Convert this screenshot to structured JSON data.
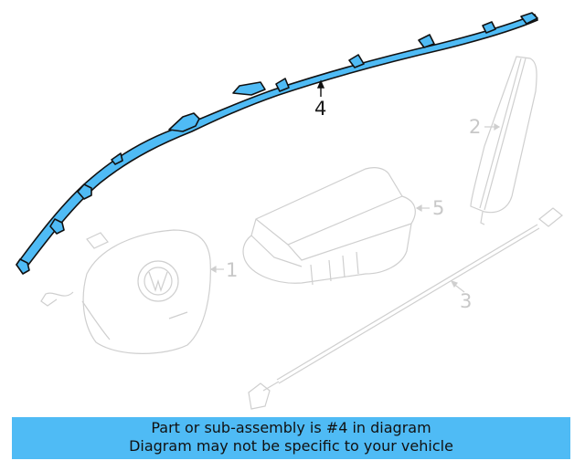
{
  "diagram": {
    "highlight_color": "#4fbbf5",
    "dim_line_color": "#cfcfcf",
    "callouts": [
      {
        "number": "1",
        "part": "driver-airbag"
      },
      {
        "number": "2",
        "part": "knee-airbag-trim"
      },
      {
        "number": "3",
        "part": "wiring-harness"
      },
      {
        "number": "4",
        "part": "curtain-airbag",
        "highlighted": true
      },
      {
        "number": "5",
        "part": "passenger-airbag"
      }
    ]
  },
  "banner": {
    "line1": "Part or sub-assembly is #4 in diagram",
    "line2": "Diagram may not be specific to your vehicle",
    "background": "#4fbbf5"
  }
}
